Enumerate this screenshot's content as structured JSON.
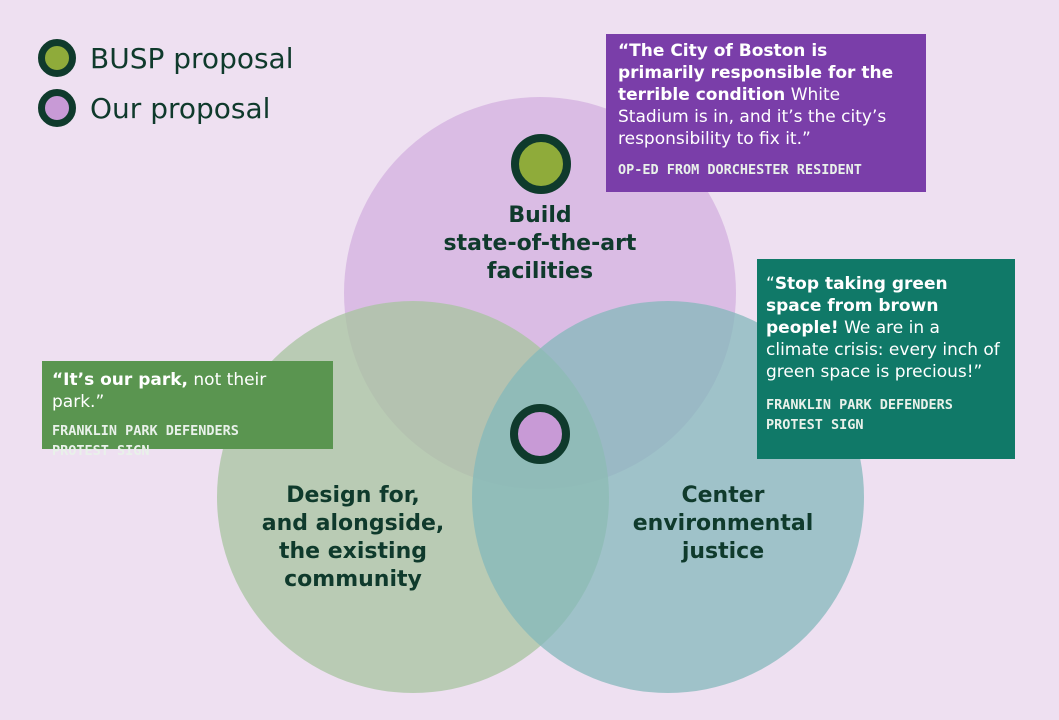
{
  "legend": {
    "items": [
      {
        "label": "BUSP proposal",
        "color": "#8fab3a"
      },
      {
        "label": "Our proposal",
        "color": "#c89ad6"
      }
    ]
  },
  "circles": {
    "top": {
      "label": "Build\nstate-of-the-art\nfacilities",
      "color": "#d3b0df"
    },
    "left": {
      "label": "Design for,\nand alongside,\nthe existing\ncommunity",
      "color": "#a7c49f"
    },
    "right": {
      "label": "Center\nenvironmental\njustice",
      "color": "#84b8bb"
    }
  },
  "markers": {
    "busp": {
      "color": "#8fab3a"
    },
    "ours": {
      "color": "#c89ad6"
    }
  },
  "quotes": {
    "op_ed": {
      "bold": "“The City of Boston is primarily responsible for the terrible condition",
      "rest": " White Stadium is in, and it’s the city’s responsibility to fix it.”",
      "attribution": "OP-ED FROM DORCHESTER RESIDENT",
      "bg": "#7a3ea9"
    },
    "park": {
      "bold": "“It’s our park,",
      "rest": " not their park.”",
      "attribution": "FRANKLIN PARK DEFENDERS\nPROTEST SIGN",
      "bg": "#5a9550"
    },
    "green": {
      "open": "“",
      "bold": "Stop taking green space from brown people!",
      "rest": " We are in a climate crisis: every inch of green space is precious!”",
      "attribution": "FRANKLIN PARK DEFENDERS\nPROTEST SIGN",
      "bg": "#107968"
    }
  }
}
